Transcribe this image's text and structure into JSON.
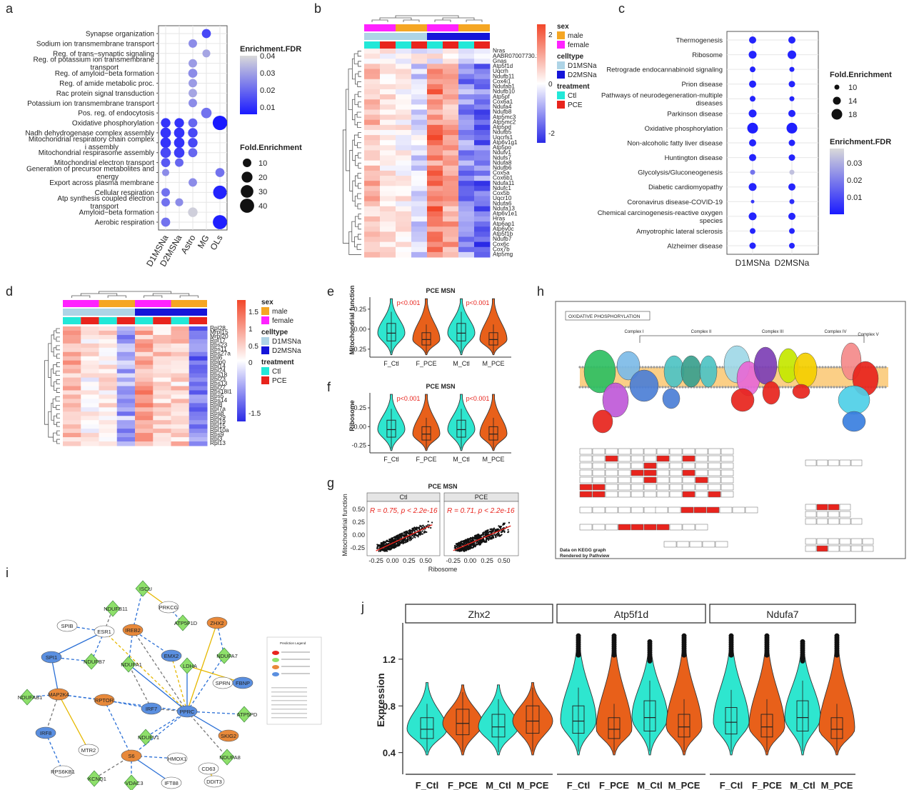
{
  "panel_letters": [
    "a",
    "b",
    "c",
    "d",
    "e",
    "f",
    "g",
    "h",
    "i",
    "j"
  ],
  "chart_data": [
    {
      "id": "a",
      "type": "scatter",
      "subtype": "dotplot",
      "categories_x": [
        "D1MSNa",
        "D2MSNa",
        "Astro",
        "MG",
        "OLs"
      ],
      "terms": [
        "Synapse organization",
        "Sodium ion transmembrane transport",
        "Reg. of trans−synaptic signaling",
        "Reg. of potassium ion transmembrane transport",
        "Reg. of amyloid−beta formation",
        "Reg. of amide metabolic proc.",
        "Rac protein signal transduction",
        "Potassium ion transmembrane transport",
        "Pos. reg. of endocytosis",
        "Oxidative phosphorylation",
        "Nadh dehydrogenase complex assembly",
        "Mitochondrial respiratory chain complex i assembly",
        "Mitochondrial respirasome assembly",
        "Mitochondrial electron transport",
        "Generation of precursor metabolites and energy",
        "Export across plasma membrane",
        "Cellular respiration",
        "Atp synthesis coupled electron transport",
        "Amyloid−beta formation",
        "Aerobic respiration"
      ],
      "points": [
        {
          "term": 0,
          "x": 3,
          "fe": 12,
          "fdr": 0.012
        },
        {
          "term": 1,
          "x": 2,
          "fe": 10,
          "fdr": 0.025
        },
        {
          "term": 2,
          "x": 3,
          "fe": 8,
          "fdr": 0.03
        },
        {
          "term": 3,
          "x": 2,
          "fe": 10,
          "fdr": 0.028
        },
        {
          "term": 4,
          "x": 2,
          "fe": 12,
          "fdr": 0.025
        },
        {
          "term": 5,
          "x": 2,
          "fe": 10,
          "fdr": 0.028
        },
        {
          "term": 6,
          "x": 2,
          "fe": 10,
          "fdr": 0.03
        },
        {
          "term": 7,
          "x": 2,
          "fe": 10,
          "fdr": 0.025
        },
        {
          "term": 8,
          "x": 3,
          "fe": 18,
          "fdr": 0.02
        },
        {
          "term": 9,
          "x": 0,
          "fe": 14,
          "fdr": 0.008
        },
        {
          "term": 9,
          "x": 1,
          "fe": 14,
          "fdr": 0.008
        },
        {
          "term": 9,
          "x": 2,
          "fe": 12,
          "fdr": 0.018
        },
        {
          "term": 9,
          "x": 4,
          "fe": 42,
          "fdr": 0.003
        },
        {
          "term": 10,
          "x": 0,
          "fe": 18,
          "fdr": 0.008
        },
        {
          "term": 10,
          "x": 1,
          "fe": 18,
          "fdr": 0.008
        },
        {
          "term": 10,
          "x": 2,
          "fe": 14,
          "fdr": 0.012
        },
        {
          "term": 11,
          "x": 0,
          "fe": 18,
          "fdr": 0.008
        },
        {
          "term": 11,
          "x": 1,
          "fe": 18,
          "fdr": 0.008
        },
        {
          "term": 11,
          "x": 2,
          "fe": 14,
          "fdr": 0.012
        },
        {
          "term": 12,
          "x": 0,
          "fe": 18,
          "fdr": 0.012
        },
        {
          "term": 12,
          "x": 1,
          "fe": 18,
          "fdr": 0.01
        },
        {
          "term": 12,
          "x": 2,
          "fe": 12,
          "fdr": 0.018
        },
        {
          "term": 13,
          "x": 0,
          "fe": 12,
          "fdr": 0.015
        },
        {
          "term": 13,
          "x": 1,
          "fe": 10,
          "fdr": 0.018
        },
        {
          "term": 14,
          "x": 0,
          "fe": 6,
          "fdr": 0.025
        },
        {
          "term": 14,
          "x": 4,
          "fe": 12,
          "fdr": 0.02
        },
        {
          "term": 15,
          "x": 2,
          "fe": 10,
          "fdr": 0.025
        },
        {
          "term": 16,
          "x": 0,
          "fe": 10,
          "fdr": 0.02
        },
        {
          "term": 16,
          "x": 4,
          "fe": 36,
          "fdr": 0.005
        },
        {
          "term": 17,
          "x": 0,
          "fe": 10,
          "fdr": 0.02
        },
        {
          "term": 17,
          "x": 1,
          "fe": 8,
          "fdr": 0.025
        },
        {
          "term": 18,
          "x": 2,
          "fe": 14,
          "fdr": 0.038
        },
        {
          "term": 19,
          "x": 0,
          "fe": 12,
          "fdr": 0.02
        },
        {
          "term": 19,
          "x": 4,
          "fe": 40,
          "fdr": 0.004
        }
      ],
      "legend_fdr_title": "Enrichment.FDR",
      "legend_fdr_ticks": [
        "0.04",
        "0.03",
        "0.02",
        "0.01"
      ],
      "legend_fe_title": "Fold.Enrichment",
      "legend_fe_ticks": [
        "10",
        "20",
        "30",
        "40"
      ]
    },
    {
      "id": "b",
      "type": "heatmap",
      "genes": [
        "Nras",
        "AABR07007730.1",
        "Gnas",
        "Atp5f1d",
        "Uqcrh",
        "Ndufb11",
        "Cox4i1",
        "Ndufab1",
        "Ndufb10",
        "Atp5pf",
        "Cox6a1",
        "Ndufa4",
        "Ndufb8",
        "Atp5mc3",
        "Atp5mc2",
        "Atp5pd",
        "Ndufb5",
        "Uqcrfs1",
        "Atp6v1g1",
        "Atp5po",
        "Ndufv1",
        "Ndufs7",
        "Ndufa8",
        "Ndufb6",
        "Cox5a",
        "Cox6b1",
        "Ndufa11",
        "Ndufc1",
        "Cox5b",
        "Uqcr10",
        "Ndufa6",
        "Ndufa13",
        "Atp6v1e1",
        "Hras",
        "Atp6ap1",
        "Atp6v0c",
        "Atp5f1b",
        "Ndufb7",
        "Cox6c",
        "Cox7b",
        "Atp5mg"
      ],
      "legend_sex_title": "sex",
      "legend_sex": [
        "male",
        "female"
      ],
      "legend_celltype_title": "celltype",
      "legend_celltype": [
        "D1MSNa",
        "D2MSNa"
      ],
      "legend_treatment_title": "treatment",
      "legend_treatment": [
        "Ctl",
        "PCE"
      ],
      "scale_ticks": [
        "2",
        "0",
        "-2"
      ]
    },
    {
      "id": "c",
      "type": "scatter",
      "subtype": "dotplot",
      "categories_x": [
        "D1MSNa",
        "D2MSNa"
      ],
      "terms": [
        "Thermogenesis",
        "Ribosome",
        "Retrograde endocannabinoid signaling",
        "Prion disease",
        "Pathways of neurodegeneration-multiple diseases",
        "Parkinson disease",
        "Oxidative phosphorylation",
        "Non-alcoholic fatty liver disease",
        "Huntington disease",
        "Glycolysis/Gluconeogenesis",
        "Diabetic cardiomyopathy",
        "Coronavirus disease-COVID-19",
        "Chemical carcinogenesis-reactive oxygen species",
        "Amyotrophic lateral sclerosis",
        "Alzheimer disease"
      ],
      "fe_d1": [
        13,
        14,
        11,
        13,
        11,
        14,
        18,
        13,
        13,
        10,
        14,
        8,
        14,
        11,
        12
      ],
      "fdr_d1": [
        0.004,
        0.004,
        0.004,
        0.004,
        0.004,
        0.004,
        0.003,
        0.004,
        0.004,
        0.02,
        0.004,
        0.008,
        0.004,
        0.004,
        0.004
      ],
      "fe_d2": [
        13,
        15,
        10,
        12,
        10,
        13,
        18,
        12,
        12,
        10,
        13,
        10,
        13,
        11,
        11
      ],
      "fdr_d2": [
        0.004,
        0.004,
        0.004,
        0.004,
        0.004,
        0.004,
        0.003,
        0.004,
        0.004,
        0.035,
        0.004,
        0.006,
        0.004,
        0.004,
        0.004
      ],
      "legend_fe_title": "Fold.Enrichment",
      "legend_fe_ticks": [
        "10",
        "14",
        "18"
      ],
      "legend_fdr_title": "Enrichment.FDR",
      "legend_fdr_ticks": [
        "0.03",
        "0.02",
        "0.01"
      ]
    },
    {
      "id": "d",
      "type": "heatmap",
      "genes": [
        "Rpl28",
        "Mrpl15",
        "Mrpl20",
        "Rpl17",
        "Rps23",
        "Rps11",
        "Rps27a",
        "Rpl6",
        "Rplp0",
        "Rpl14",
        "Rpl24",
        "Rps18",
        "Rpl23",
        "Rps13",
        "Rpl27",
        "Rps18l1",
        "Rps5",
        "Rps14",
        "Rpl8",
        "Rpl7a",
        "Rps8",
        "Rpl29",
        "Rpl19",
        "Rpl15",
        "Rpl10a",
        "Rps9",
        "Rpl3",
        "Rpl13"
      ],
      "legend_sex_title": "sex",
      "legend_sex": [
        "male",
        "female"
      ],
      "legend_celltype_title": "celltype",
      "legend_celltype": [
        "D1MSNa",
        "D2MSNa"
      ],
      "legend_treatment_title": "treatment",
      "legend_treatment": [
        "Ctl",
        "PCE"
      ],
      "scale_ticks": [
        "1.5",
        "1",
        "0.5",
        "0",
        "-1.5"
      ]
    },
    {
      "id": "e",
      "type": "violin",
      "title": "PCE MSN",
      "ylabel": "Mitochondrial function",
      "categories": [
        "F_Ctl",
        "F_PCE",
        "M_Ctl",
        "M_PCE"
      ],
      "medians": [
        -0.05,
        -0.13,
        -0.05,
        -0.13
      ],
      "ylim": [
        -0.35,
        0.4
      ],
      "yticks": [
        "0.25",
        "0.00",
        "-0.25"
      ],
      "pvalues": [
        "p<0.001",
        "p<0.001"
      ]
    },
    {
      "id": "f",
      "type": "violin",
      "title": "PCE MSN",
      "ylabel": "Ribosome",
      "categories": [
        "F_Ctl",
        "F_PCE",
        "M_Ctl",
        "M_PCE"
      ],
      "medians": [
        -0.04,
        -0.1,
        -0.04,
        -0.1
      ],
      "ylim": [
        -0.35,
        0.45
      ],
      "yticks": [
        "0.25",
        "0.00",
        "-0.25"
      ],
      "pvalues": [
        "p<0.001",
        "p<0.001"
      ]
    },
    {
      "id": "g",
      "type": "scatter",
      "title": "PCE MSN",
      "xlabel": "Ribosome",
      "ylabel": "Mitochondrial function",
      "facets": [
        "Ctl",
        "PCE"
      ],
      "annotations": [
        "R = 0.75, p < 2.2e-16",
        "R = 0.71, p < 2.2e-16"
      ],
      "xticks": [
        "-0.25",
        "0.00",
        "0.25",
        "0.50"
      ],
      "yticks": [
        "0.50",
        "0.25",
        "0.00",
        "-0.25"
      ],
      "slope": [
        0.75,
        0.71
      ]
    },
    {
      "id": "j",
      "type": "violin",
      "ylabel": "Expression",
      "facets": [
        "Zhx2",
        "Atp5f1d",
        "Ndufa7"
      ],
      "categories": [
        "F_Ctl",
        "F_PCE",
        "M_Ctl",
        "M_PCE"
      ],
      "medians": [
        [
          0.6,
          0.65,
          0.62,
          0.67
        ],
        [
          0.67,
          0.6,
          0.7,
          0.62
        ],
        [
          0.66,
          0.62,
          0.7,
          0.6
        ]
      ],
      "tops": [
        [
          1.0,
          0.98,
          0.98,
          1.0
        ],
        [
          1.4,
          1.4,
          1.35,
          1.4
        ],
        [
          1.4,
          1.4,
          1.35,
          1.4
        ]
      ],
      "yticks": [
        "1.2",
        "0.8",
        "0.4"
      ]
    }
  ],
  "kegg": {
    "title": "OXIDATIVE PHOSPHORYLATION",
    "complexes": [
      "Complex I",
      "Complex II",
      "Complex III",
      "Complex IV",
      "Complex V"
    ],
    "footer1": "Data on KEGG graph",
    "footer2": "Rendered by Pathview"
  },
  "network": {
    "nodes": [
      "ISCU",
      "NDUFB11",
      "PRKCG",
      "SPIB",
      "ESR1",
      "IREB2",
      "ATP5F1D",
      "ZHX2",
      "SPI1",
      "NDUFB7",
      "NDUFA1",
      "EMX2",
      "LDHA",
      "NDUFA7",
      "NDUFAB1",
      "MAP2K4",
      "RPTOR",
      "IRF7",
      "PPRC",
      "SPRN",
      "FBNP",
      "ATP5PD",
      "IRF8",
      "NDUFV1",
      "SKIG2",
      "MTR2",
      "NDUFA8",
      "HMOX1",
      "CD63",
      "RPS6KB1",
      "KCNQ1",
      "VDAC3",
      "IFT88",
      "DDIT3",
      "S6"
    ],
    "legend_title": "Prediction Legend"
  }
}
